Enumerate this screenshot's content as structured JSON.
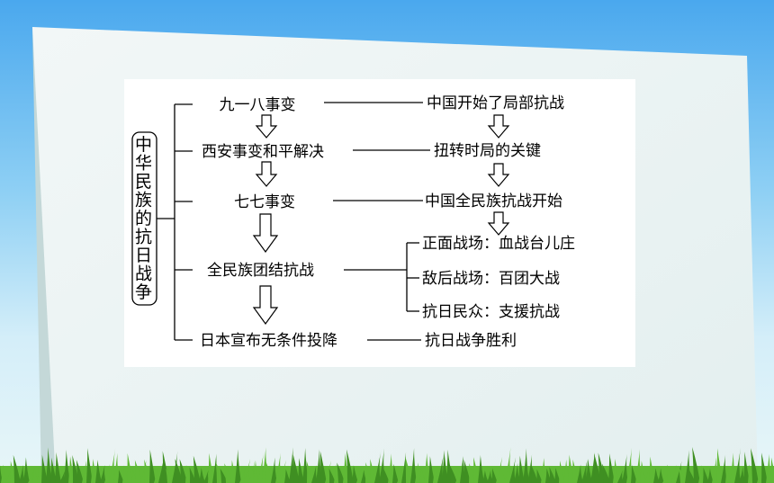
{
  "colors": {
    "sky_top": "#4aa8ee",
    "panel": "#ffffff",
    "board": "#e9f2f2",
    "board_side": "#c9dcdc",
    "grass": "#5fb935",
    "grass_dark": "#3f8f22",
    "line": "#000000"
  },
  "diagram": {
    "title": "中华民族的抗日战争",
    "events": [
      "九一八事变",
      "西安事变和平解决",
      "七七事变",
      "全民族团结抗战",
      "日本宣布无条件投降"
    ],
    "results": [
      "中国开始了局部抗战",
      "扭转时局的关键",
      "中国全民族抗战开始",
      "抗日战争胜利"
    ],
    "battlefields": [
      "正面战场：血战台儿庄",
      "敌后战场：百团大战",
      "抗日民众：支援抗战"
    ]
  }
}
